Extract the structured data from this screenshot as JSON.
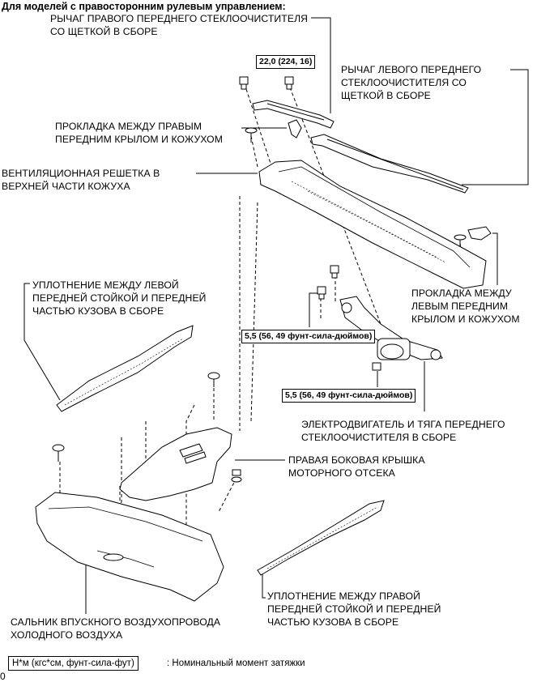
{
  "header": "Для моделей с правосторонним рулевым управлением:",
  "labels": {
    "right_arm": "РЫЧАГ ПРАВОГО ПЕРЕДНЕГО СТЕКЛООЧИСТИТЕЛЯ\nСО ЩЕТКОЙ В СБОРЕ",
    "left_arm": "РЫЧАГ ЛЕВОГО ПЕРЕДНЕГО\nСТЕКЛООЧИСТИТЕЛЯ СО\nЩЕТКОЙ В СБОРЕ",
    "right_gasket": "ПРОКЛАДКА МЕЖДУ ПРАВЫМ\nПЕРЕДНИМ КРЫЛОМ И КОЖУХОМ",
    "cowl_louver": "ВЕНТИЛЯЦИОННАЯ РЕШЕТКА В\nВЕРХНЕЙ ЧАСТИ КОЖУХА",
    "left_seal": "УПЛОТНЕНИЕ МЕЖДУ ЛЕВОЙ\nПЕРЕДНЕЙ СТОЙКОЙ И ПЕРЕДНЕЙ\nЧАСТЬЮ КУЗОВА В СБОРЕ",
    "left_gasket": "ПРОКЛАДКА МЕЖДУ\nЛЕВЫМ ПЕРЕДНИМ\nКРЫЛОМ И КОЖУХОМ",
    "motor_link": "ЭЛЕКТРОДВИГАТЕЛЬ И ТЯГА ПЕРЕДНЕГО\nСТЕКЛООЧИСТИТЕЛЯ В СБОРЕ",
    "side_cover": "ПРАВАЯ БОКОВАЯ КРЫШКА\nМОТОРНОГО ОТСЕКА",
    "air_seal": "САЛЬНИК ВПУСКНОГО ВОЗДУХОПРОВОДА\nХОЛОДНОГО ВОЗДУХА",
    "right_seal": "УПЛОТНЕНИЕ МЕЖДУ ПРАВОЙ\nПЕРЕДНЕЙ СТОЙКОЙ И ПЕРЕДНЕЙ\nЧАСТЬЮ КУЗОВА В СБОРЕ"
  },
  "torque": {
    "arm_nut": "22,0 (224, 16)",
    "motor_upper": "5,5 (56, 49 фунт-сила-дюймов)",
    "motor_lower": "5,5 (56, 49 фунт-сила-дюймов)"
  },
  "legend": {
    "box": "Н*м (кгс*см, фунт-сила-фут)",
    "text": ": Номинальный момент затяжки"
  },
  "corner_mark": "0"
}
